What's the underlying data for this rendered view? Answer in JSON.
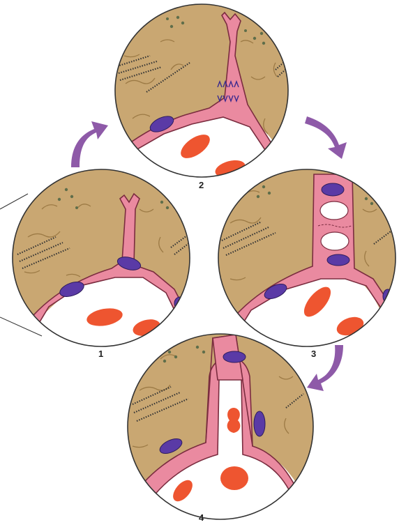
{
  "panels": [
    {
      "id": "panel-1",
      "label": "1"
    },
    {
      "id": "panel-2",
      "label": "2"
    },
    {
      "id": "panel-3",
      "label": "3"
    },
    {
      "id": "panel-4",
      "label": "4"
    }
  ],
  "colors": {
    "tissue": "#c9a772",
    "tissue_fiber": "#9c7a45",
    "cell_pink": "#ea8aa0",
    "cell_outline": "#7a2c3f",
    "nucleus": "#5a3aa6",
    "lumen": "#ffffff",
    "red_cell": "#ee5530",
    "arrow": "#8e5aa8",
    "outline": "#333333"
  }
}
